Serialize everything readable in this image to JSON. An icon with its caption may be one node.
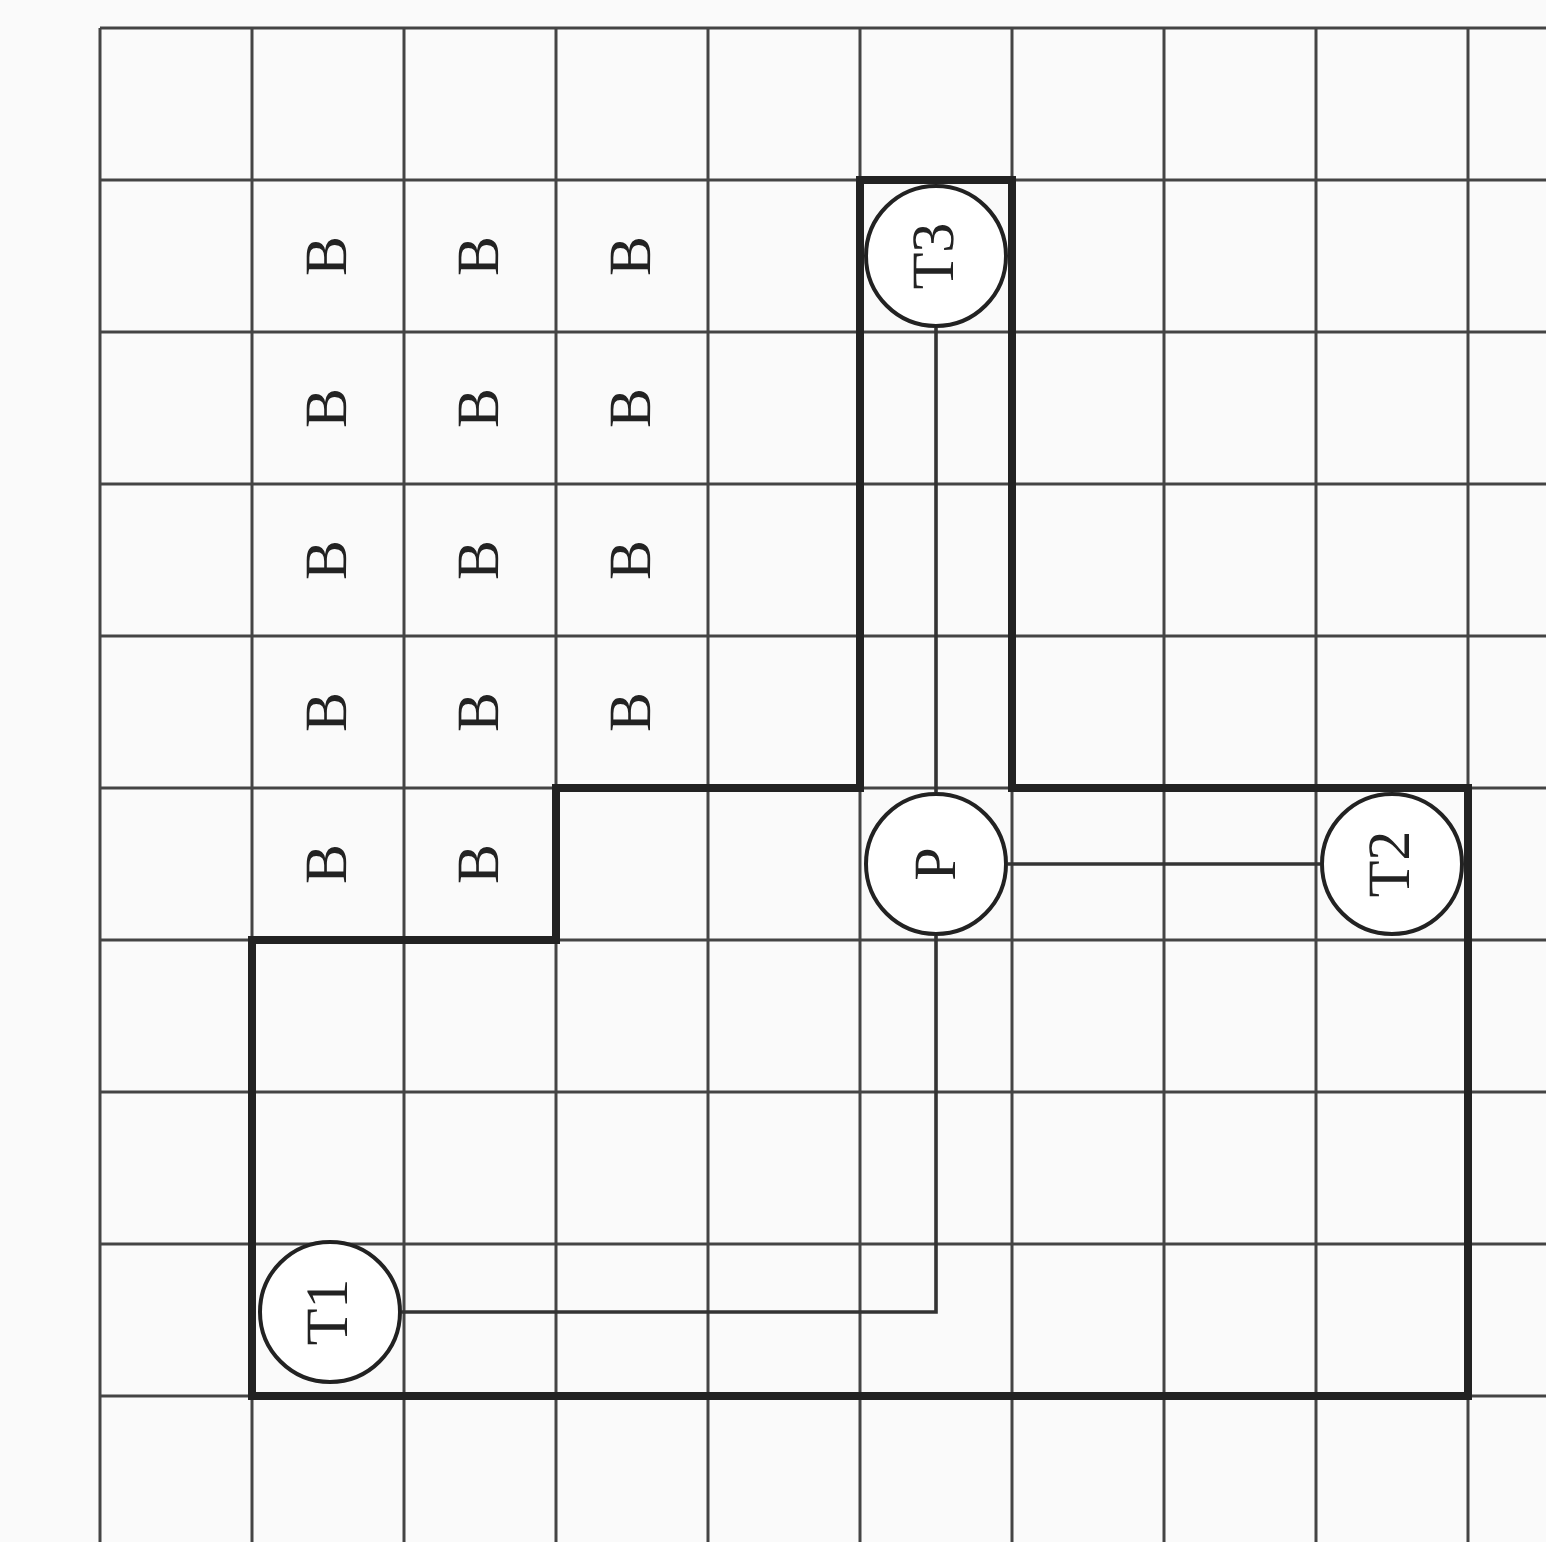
{
  "diagram": {
    "nodes": [
      {
        "text": [
          "T3"
        ]
      },
      {
        "text": [
          "P"
        ]
      },
      {
        "text": [
          "T2"
        ]
      },
      {
        "text": [
          "T1"
        ]
      }
    ],
    "edges": [
      {
        "from": 1,
        "to": 0,
        "arrow": "none"
      },
      {
        "from": 1,
        "to": 2,
        "arrow": "none"
      },
      {
        "from": 1,
        "to": 3,
        "arrow": "none"
      }
    ],
    "labels": [
      "B",
      "B",
      "B",
      "B",
      "B",
      "B",
      "B",
      "B",
      "B",
      "B",
      "B",
      "B",
      "B",
      "B"
    ]
  }
}
